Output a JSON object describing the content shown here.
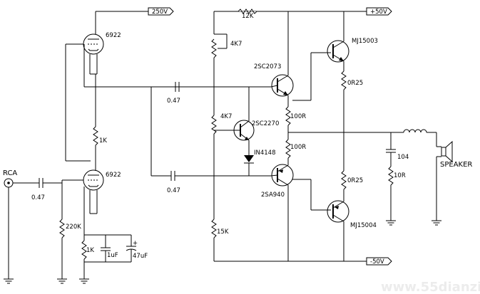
{
  "rails": {
    "b250": "250V",
    "p50": "+50V",
    "n50": "-50V"
  },
  "resistors": {
    "r12k": "12K",
    "r4k7a": "4K7",
    "r4k7b": "4K7",
    "r15k": "15K",
    "r1k_mid": "1K",
    "r1k_bot": "1K",
    "r220k": "220K",
    "r100a": "100R",
    "r100b": "100R",
    "r0r25a": "0R25",
    "r0r25b": "0R25",
    "r10r": "10R"
  },
  "capacitors": {
    "c047a": "0.47",
    "c047b": "0.47",
    "c047c": "0.47",
    "c1uf": "1uF",
    "c47uf": "47uF",
    "c104": "104"
  },
  "tubes": {
    "top": "6922",
    "bottom": "6922"
  },
  "transistors": {
    "q1": "2SC2073",
    "q2": "2SC2270",
    "q3": "2SA940",
    "q4": "MJ15003",
    "q5": "MJ15004"
  },
  "diode": "IN4148",
  "input": "RCA",
  "output": "SPEAKER",
  "watermark": "www.55dianzi.com"
}
